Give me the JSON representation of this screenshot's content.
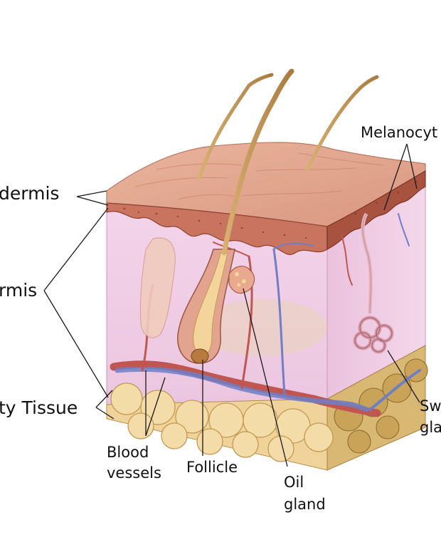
{
  "labels": {
    "epidermis": "dermis",
    "dermis": "rmis",
    "fatty_tissue": "ty Tissue",
    "melanocytes": "Melanocyt",
    "blood_vessels_line1": "Blood",
    "blood_vessels_line2": "vessels",
    "follicle": "Follicle",
    "oil_gland_line1": "Oil",
    "oil_gland_line2": "gland",
    "sweat_gland_line1": "Sw",
    "sweat_gland_line2": "gla"
  },
  "colors": {
    "epidermis_top": "#e0a48c",
    "epidermis_edge": "#b0624d",
    "dermis_front": "#f1cde6",
    "dermis_side": "#e8bcdc",
    "fat": "#efd39a",
    "fat_outline": "#c29a50",
    "hair": "#c9a05f",
    "artery": "#c0564f",
    "vein": "#6f7fc7"
  }
}
